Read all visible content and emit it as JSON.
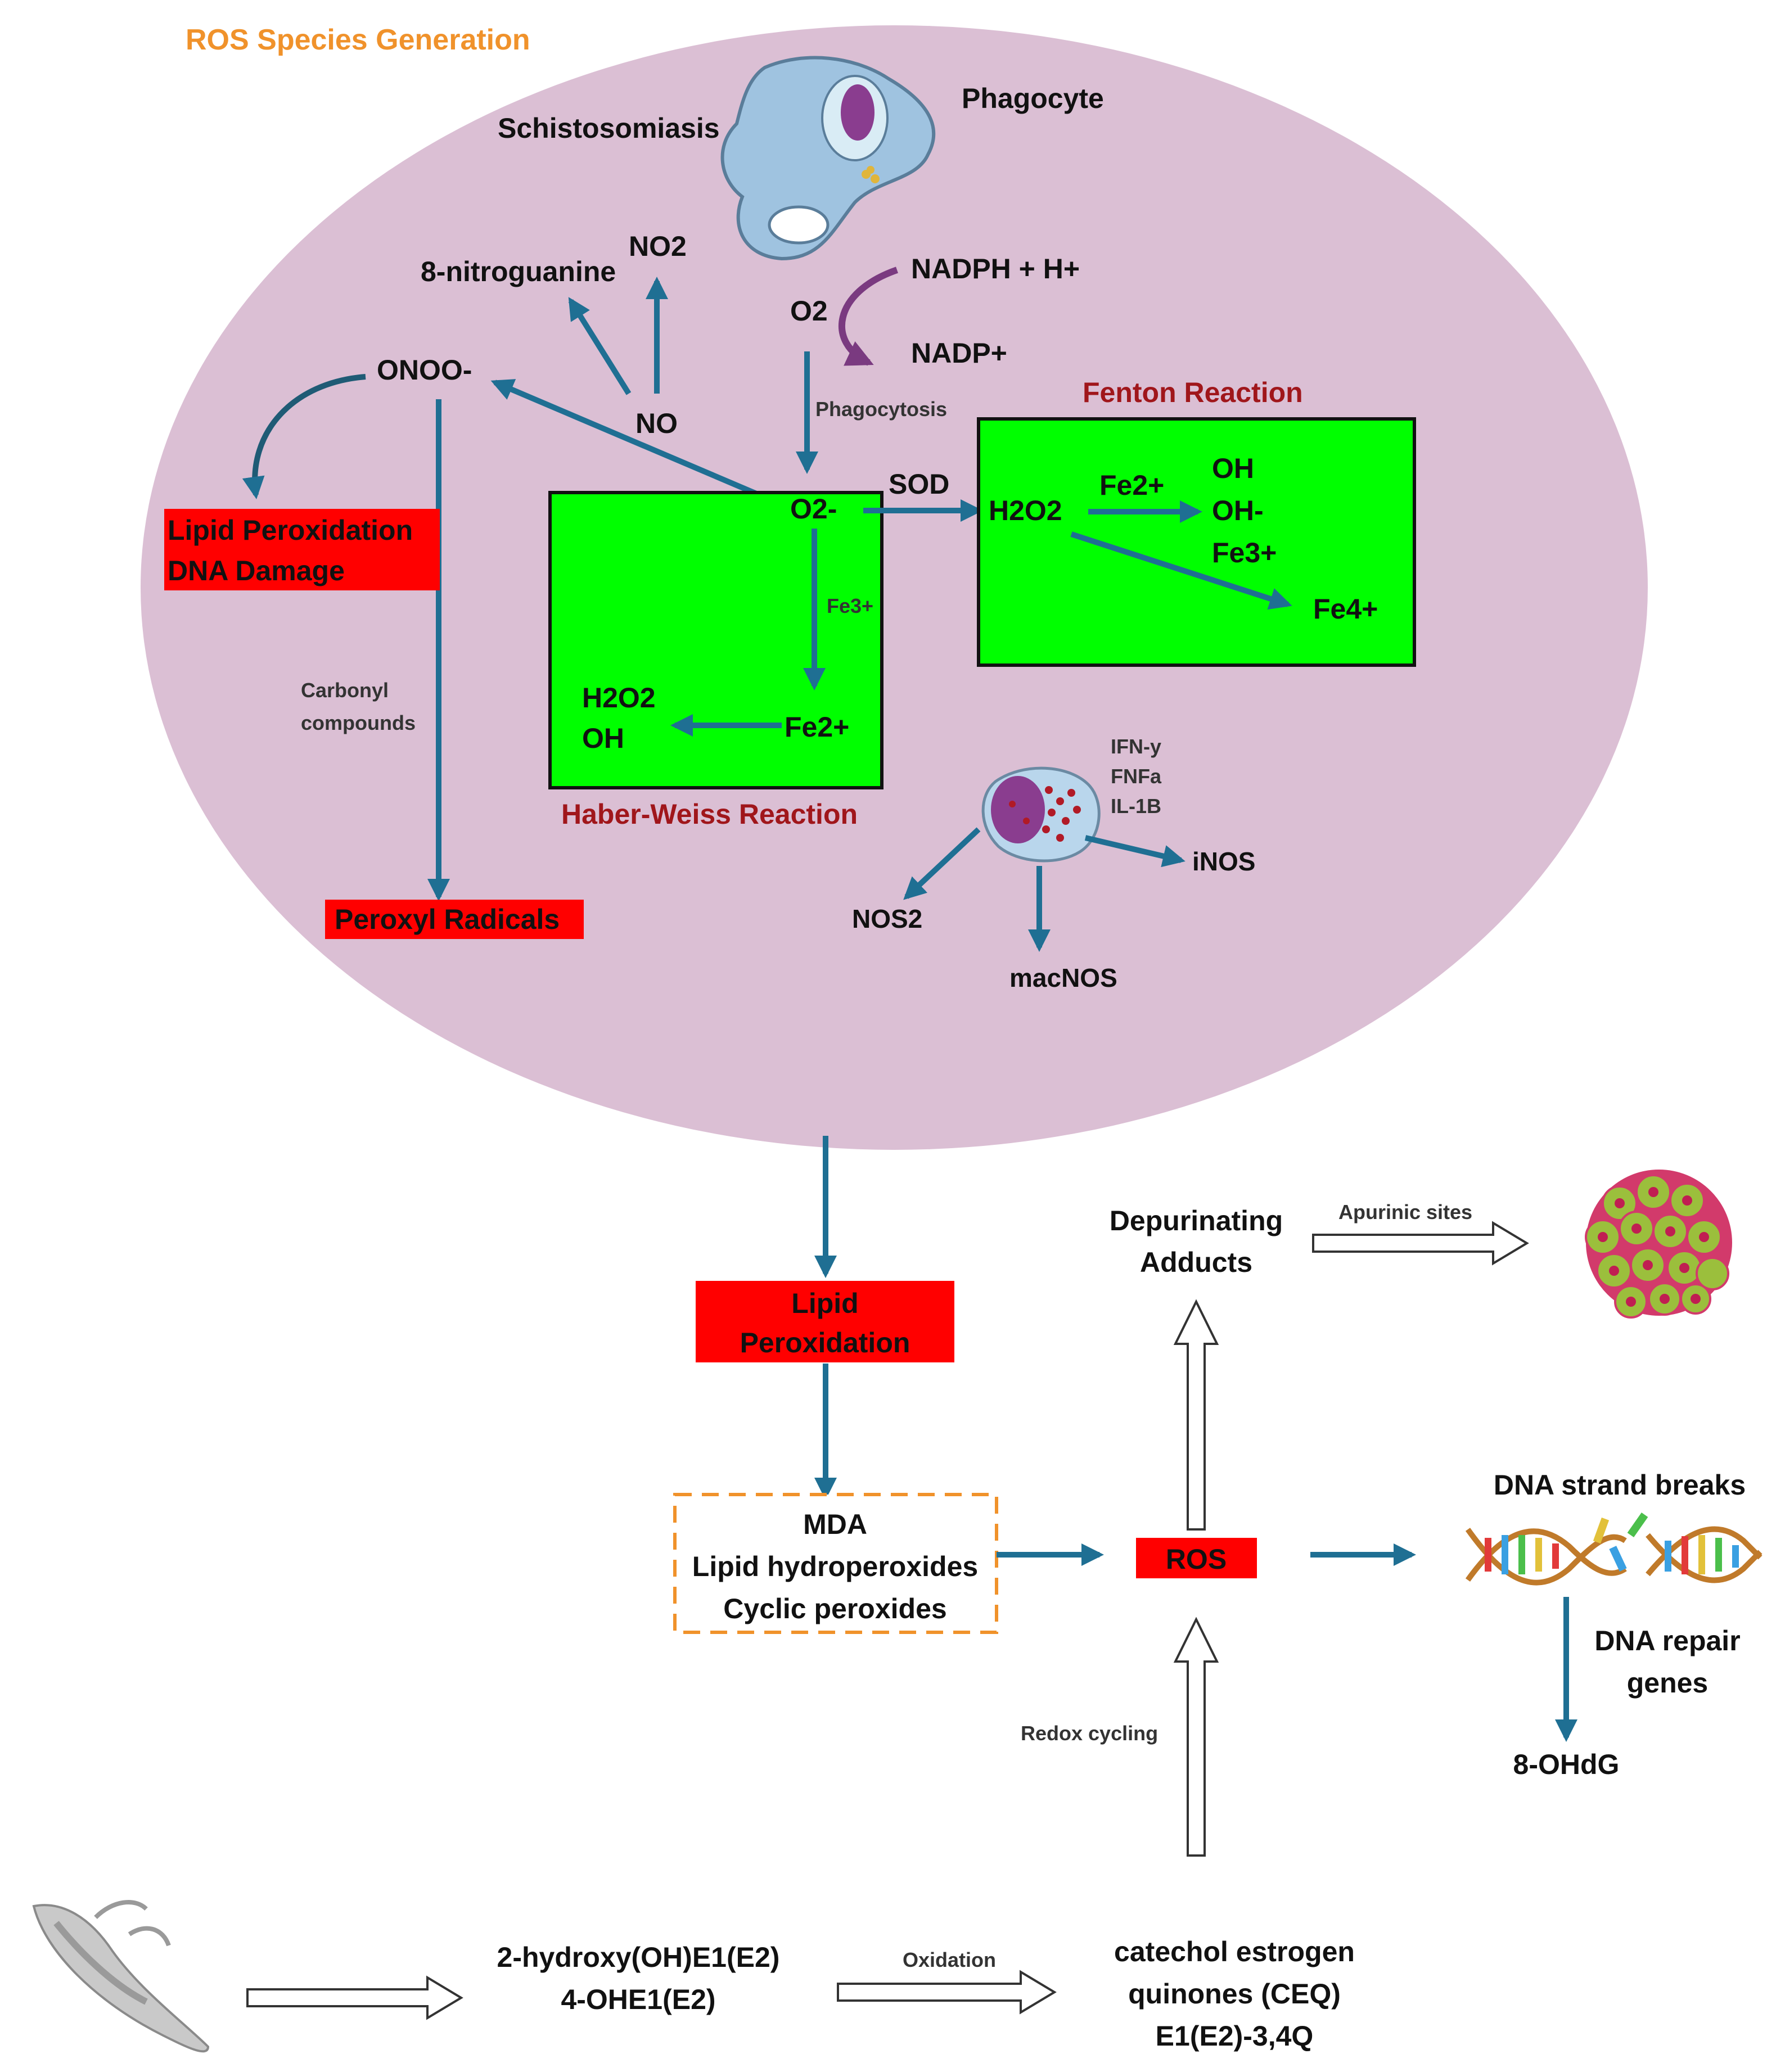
{
  "colors": {
    "ellipse": "#dbbfd4",
    "box_red": "#ff0000",
    "box_green": "#00ff00",
    "arrow_blue": "#1f6f93",
    "title_orange": "#f0922b",
    "reaction_title_red": "#a0161b",
    "dashed_orange": "#f0922b"
  },
  "labels": {
    "ros_species_generation": "ROS Species Generation",
    "schistosomiasis": "Schistosomiasis",
    "phagocyte": "Phagocyte",
    "nadph_h": "NADPH + H+",
    "nadp": "NADP+",
    "o2": "O2",
    "phagocytosis": "Phagocytosis",
    "no2": "NO2",
    "nitroguanine": "8-nitroguanine",
    "onoo": "ONOO-",
    "no": "NO",
    "fenton_reaction": "Fenton Reaction",
    "sod": "SOD",
    "o2_minus": "O2-",
    "h2o2_fenton": "H2O2",
    "fe2_fenton": "Fe2+",
    "oh_fenton": "OH",
    "oh_minus_fenton": "OH-",
    "fe3_fenton": "Fe3+",
    "fe4_fenton": "Fe4+",
    "fe3_hw": "Fe3+",
    "h2o2_hw": "H2O2",
    "oh_hw": "OH",
    "fe2_hw": "Fe2+",
    "haber_weiss": "Haber-Weiss Reaction",
    "lipid_peroxidation_top": "Lipid Peroxidation",
    "dna_damage_top": "DNA Damage",
    "carbonyl": "Carbonyl",
    "compounds": "compounds",
    "peroxyl_radicals": "Peroxyl Radicals",
    "ifn": "IFN-y",
    "fnfa": "FNFa",
    "il1b": "IL-1B",
    "inos": "iNOS",
    "nos2": "NOS2",
    "macnos": "macNOS",
    "lipid_box_line1": "Lipid",
    "lipid_box_line2": "Peroxidation",
    "mda": "MDA",
    "lipid_hydroperoxides": "Lipid hydroperoxides",
    "cyclic_peroxides": "Cyclic peroxides",
    "ros": "ROS",
    "depurinating": "Depurinating",
    "adducts": "Adducts",
    "apurinic_sites": "Apurinic sites",
    "dna_strand_breaks": "DNA strand breaks",
    "dna_repair_line1": "DNA repair",
    "dna_repair_line2": "genes",
    "ohdg": "8-OHdG",
    "redox_cycling": "Redox cycling",
    "hydroxy_line1": "2-hydroxy(OH)E1(E2)",
    "hydroxy_line2": "4-OHE1(E2)",
    "oxidation": "Oxidation",
    "ceq_line1": "catechol estrogen",
    "ceq_line2": "quinones (CEQ)",
    "ceq_line3": "E1(E2)-3,4Q"
  }
}
